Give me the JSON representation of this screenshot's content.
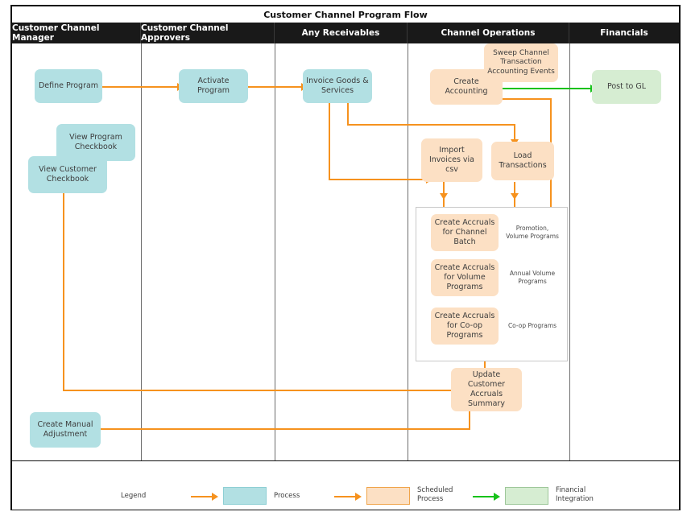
{
  "diagram": {
    "title": "Customer Channel Program Flow",
    "lanes": [
      {
        "id": "customer-channel-manager",
        "label": "Customer Channel Manager"
      },
      {
        "id": "customer-channel-approvers",
        "label": "Customer Channel Approvers"
      },
      {
        "id": "any-receivables",
        "label": "Any Receivables"
      },
      {
        "id": "channel-operations",
        "label": "Channel Operations"
      },
      {
        "id": "financials",
        "label": "Financials"
      }
    ],
    "nodes": {
      "define_program": "Define Program",
      "view_program_checkbook": "View Program Checkbook",
      "view_customer_checkbook": "View Customer Checkbook",
      "create_manual_adjustment": "Create Manual Adjustment",
      "activate_program": "Activate Program",
      "invoice_goods_services": "Invoice Goods & Services",
      "create_accounting": "Create Accounting",
      "sweep_channel_events": "Sweep Channel Transaction Accounting Events",
      "import_invoices_csv": "Import Invoices via csv",
      "load_transactions": "Load Transactions",
      "create_accruals_channel_batch": "Create Accruals for Channel Batch",
      "create_accruals_volume_programs": "Create Accruals for Volume Programs",
      "create_accruals_coop_programs": "Create Accruals for Co-op Programs",
      "update_customer_accruals_summary": "Update Customer Accruals Summary",
      "post_to_gl": "Post to GL"
    },
    "notes": {
      "promotion_volume": "Promotion, Volume Programs",
      "annual_volume": "Annual Volume Programs",
      "coop": "Co-op Programs"
    },
    "legend": {
      "title": "Legend",
      "items": [
        {
          "id": "process",
          "label": "Process",
          "color": "#b2e0e3",
          "border": "#8ecfd4",
          "arrow": "#f6921e"
        },
        {
          "id": "scheduled-process",
          "label": "Scheduled Process",
          "color": "#fce0c4",
          "border": "#f0a44a",
          "arrow": "#f6921e"
        },
        {
          "id": "financial-integration",
          "label": "Financial Integration",
          "color": "#d6edd2",
          "border": "#9ec79a",
          "arrow": "#17c21a"
        }
      ]
    },
    "colors": {
      "process": "#b2e0e3",
      "scheduled": "#fce0c4",
      "financial": "#d6edd2",
      "flow_arrow": "#f6921e",
      "integration_arrow": "#17c21a",
      "header_bg": "#191919",
      "header_text": "#ffffff",
      "frame": "#111111"
    }
  }
}
